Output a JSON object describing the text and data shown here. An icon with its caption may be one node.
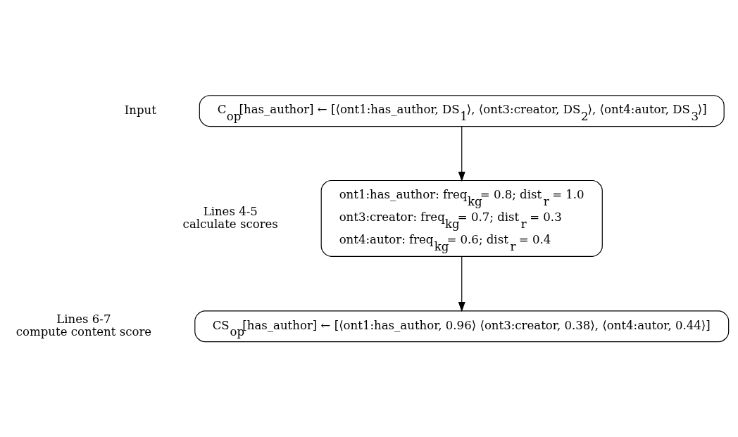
{
  "diagram": {
    "nodes": [
      {
        "text": [
          "C$_{op}$[has_author] ← [⟨ont1:has_author, DS$_{1}$⟩, ⟨ont3:creator, DS$_{2}$⟩, ⟨ont4:autor, DS$_{3}$⟩]"
        ],
        "beside": [
          "Input"
        ]
      },
      {
        "text": [
          "ont1:has_author: freq$_{kg}$= 0.8; dist$_{r}$ = 1.0",
          "ont3:creator: freq$_{kg}$= 0.7; dist$_{r}$ = 0.3",
          "ont4:autor: freq$_{kg}$= 0.6; dist$_{r}$ = 0.4"
        ],
        "beside": [
          "Lines 4-5",
          "calculate scores"
        ]
      },
      {
        "text": [
          "CS$_{op}$[has_author] ← [⟨ont1:has_author, 0.96⟩ ⟨ont3:creator, 0.38⟩, ⟨ont4:autor, 0.44⟩]"
        ],
        "beside": [
          "Lines 6-7",
          "compute content score"
        ]
      }
    ],
    "edges": [
      {
        "from": 0,
        "to": 1,
        "arrow": "to"
      },
      {
        "from": 1,
        "to": 2,
        "arrow": "to"
      }
    ]
  }
}
